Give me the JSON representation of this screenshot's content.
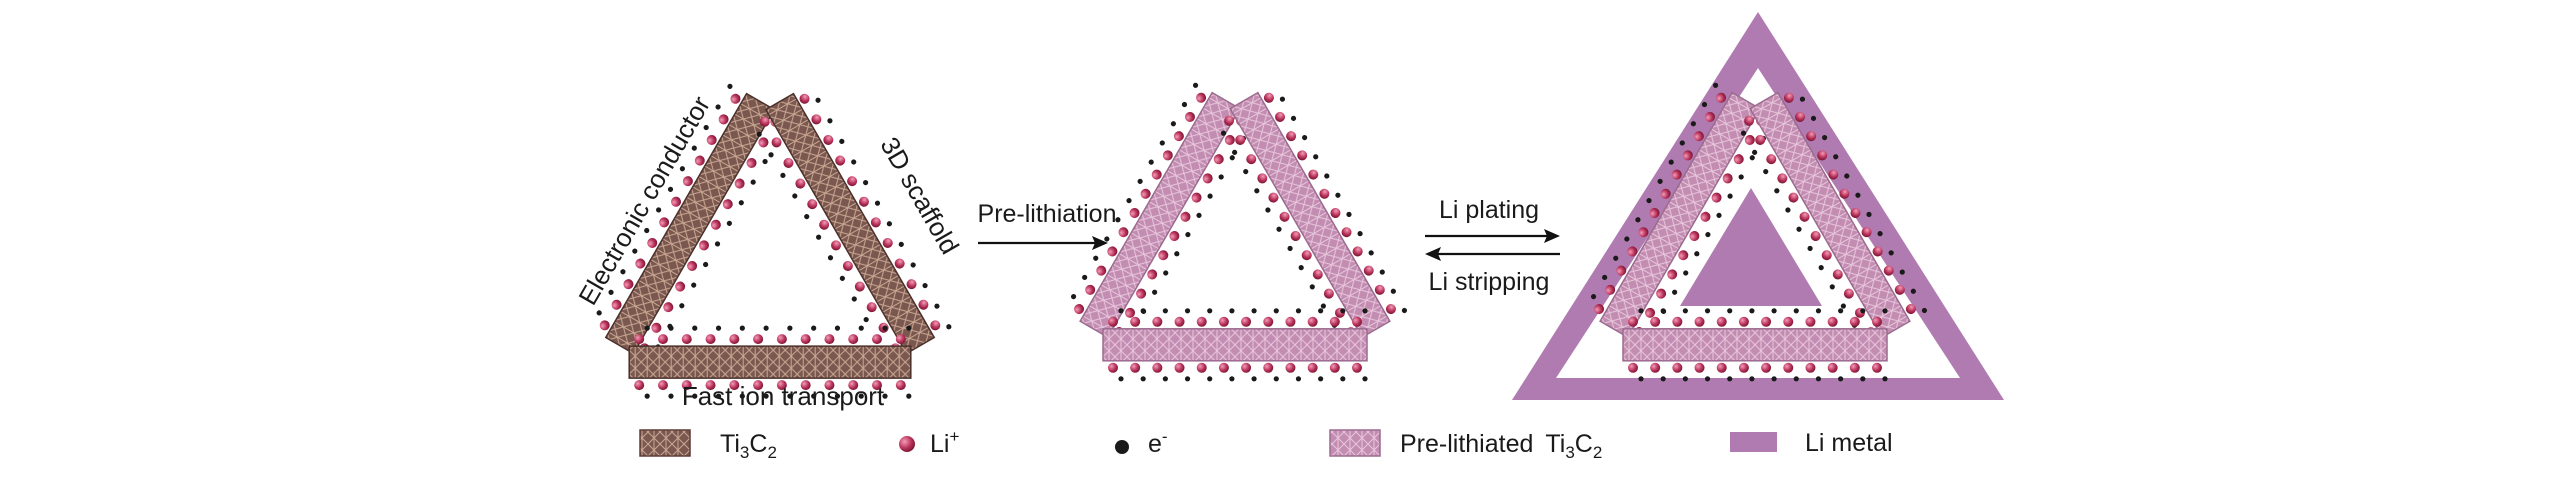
{
  "panel1": {
    "label_left": "Electronic conductor",
    "label_right": "3D scaffold",
    "label_bottom": "Fast ion transport"
  },
  "arrow1": {
    "label": "Pre-lithiation"
  },
  "arrow2": {
    "label_top": "Li plating",
    "label_bottom": "Li stripping"
  },
  "legend": {
    "ti3c2": {
      "base": "Ti",
      "sub1": "3",
      "mid": "C",
      "sub2": "2"
    },
    "li_ion": {
      "base": "Li",
      "sup": "+"
    },
    "electron": {
      "base": "e",
      "sup": "-"
    },
    "prelithiated": {
      "prefix": "Pre-lithiated",
      "base": "Ti",
      "sub1": "3",
      "mid": "C",
      "sub2": "2"
    },
    "li_metal": "Li metal"
  },
  "colors": {
    "ti3c2_fill": "#7a5850",
    "ti3c2_lattice": "#c9a792",
    "prelith_fill": "#c38db2",
    "prelith_lattice": "#e7c6dc",
    "li_ion": "#b8325a",
    "electron": "#1a1a1a",
    "li_metal": "#b07bb0"
  }
}
